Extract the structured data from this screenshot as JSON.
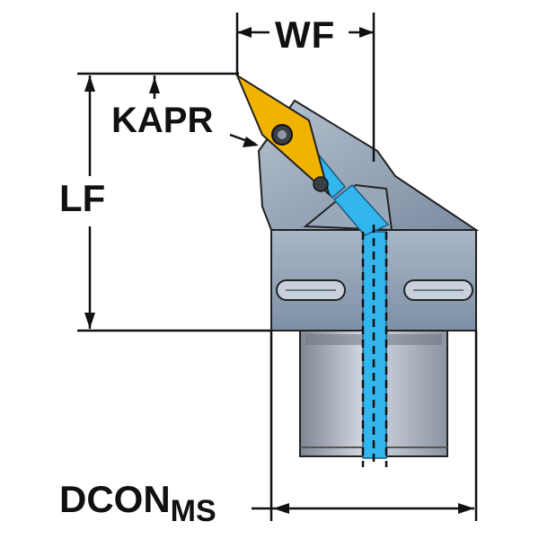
{
  "labels": {
    "wf": "WF",
    "kapr": "KAPR",
    "lf": "LF",
    "dcon": "DCON",
    "dcon_subscript": "MS"
  },
  "colors": {
    "insert": "#f2b300",
    "holder_body": "#8fa0b3",
    "clamp_block": "#9fb0c2",
    "shank": "#b9bfcb",
    "coolant": "#33b5ee",
    "dimension_line": "#111111"
  }
}
